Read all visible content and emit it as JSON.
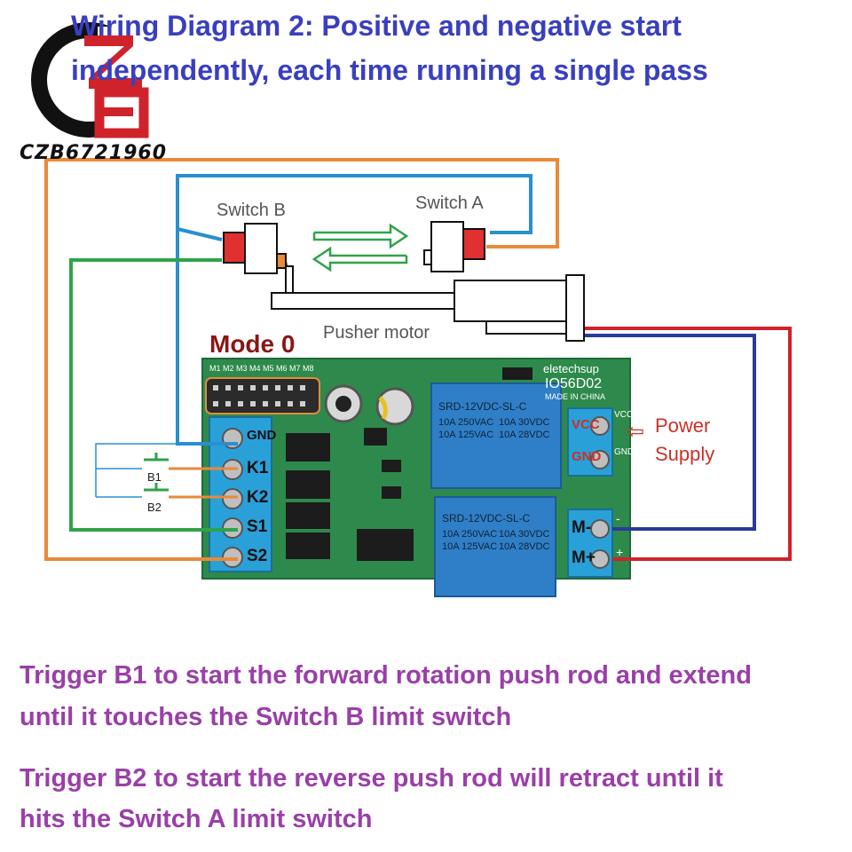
{
  "title": {
    "line1": "Wiring Diagram 2: Positive and negative start",
    "line2": "independently, each time running a single pass"
  },
  "logo": {
    "text": "CZB6721960"
  },
  "switches": {
    "b": "Switch B",
    "a": "Switch A"
  },
  "mode": "Mode 0",
  "motor": "Pusher motor",
  "board": {
    "brand": "eletechsup",
    "model": "IO56D02",
    "made_in": "MADE IN CHINA",
    "pins": [
      "M1",
      "M2",
      "M3",
      "M4",
      "M5",
      "M6",
      "M7",
      "M8"
    ],
    "relay_model": "SRD-12VDC-SL-C",
    "relay_ratings": [
      "10A 250VAC",
      "10A 125VAC",
      "10A 30VDC",
      "10A 28VDC"
    ],
    "left_terminals": [
      "GND",
      "K1",
      "K2",
      "S1",
      "S2"
    ],
    "right_terminals_top": [
      "VCC",
      "GND"
    ],
    "right_terminals_bottom": [
      "M-",
      "M+"
    ],
    "side_marks_top": [
      "VCC",
      "GND"
    ],
    "side_marks_bottom": [
      "-",
      "+"
    ]
  },
  "buttons": {
    "b1": "B1",
    "b2": "B2"
  },
  "power": {
    "line1": "Power",
    "line2": "Supply"
  },
  "descriptions": {
    "d1_line1": "Trigger B1 to start the forward rotation push rod and extend",
    "d1_line2": "until it touches the Switch B limit switch",
    "d2_line1": "Trigger B2 to start the reverse push rod will retract until it",
    "d2_line2": "hits the Switch A limit switch"
  },
  "colors": {
    "title": "#3a3fbf",
    "description": "#9a3fa8",
    "wire_orange": "#e88a3a",
    "wire_blue": "#2a8fd0",
    "wire_green": "#2fa34a",
    "wire_red": "#d0222a",
    "wire_navy": "#2a3a9a",
    "pcb": "#2e8a4c",
    "relay": "#2f7fc8",
    "terminal": "#2aa0d8"
  }
}
